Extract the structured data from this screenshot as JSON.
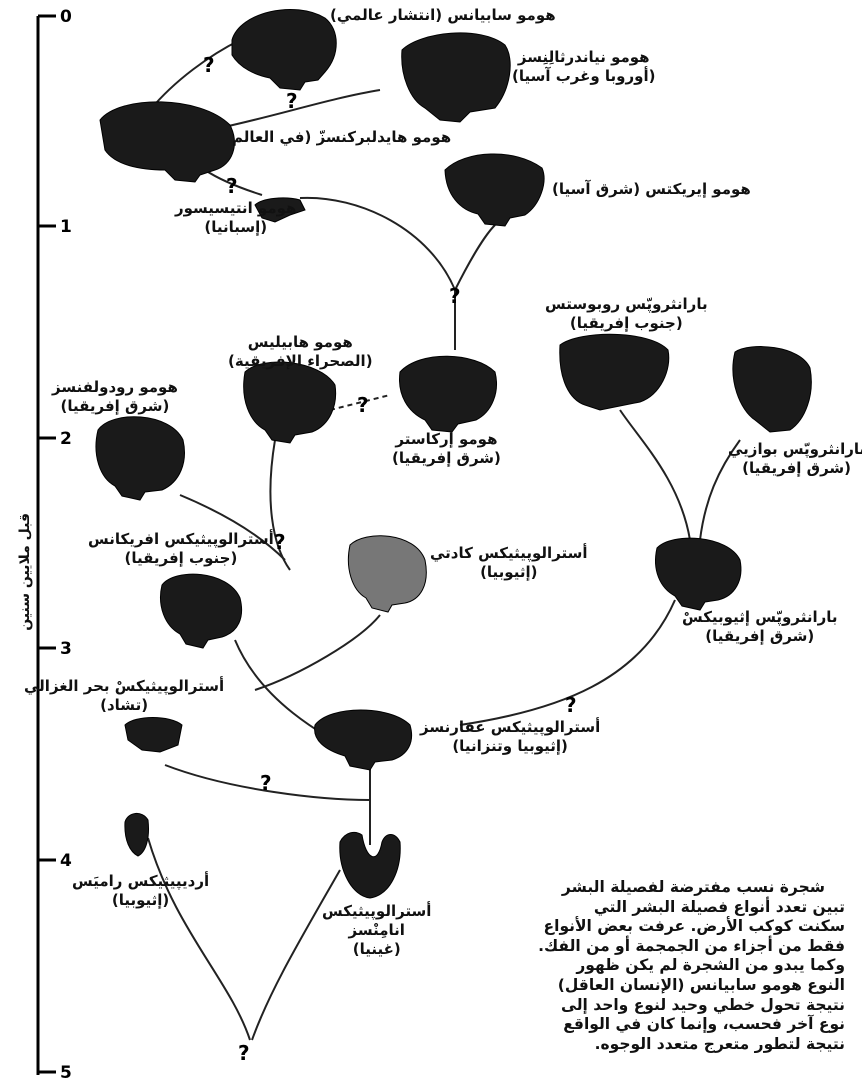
{
  "axis": {
    "title": "قبل ملايين سنين",
    "ticks": [
      "0",
      "1",
      "2",
      "3",
      "4",
      "5"
    ]
  },
  "question_mark": "?",
  "species": {
    "sapiens": {
      "name": "هومو سابيانس (انتشار عالمي)"
    },
    "neanderthalensis": {
      "name": "هومو نياندرثالِنِسز",
      "region": "(أوروبا وغرب آسيا)"
    },
    "heidelbergensis": {
      "name": "هومو هايدلبركنسزّ (في العالم"
    },
    "antecessor": {
      "name": "هومو انتيسيسور",
      "region": "(إسبانيا)"
    },
    "erectus": {
      "name": "هومو إيريكتس (شرق آسيا)"
    },
    "robustus": {
      "name": "بارانثروپّس روبوستس",
      "region": "(جنوب إفريقيا)"
    },
    "habilis": {
      "name": "هومو هابيليس",
      "region": "(الصحراء الإفريقية)"
    },
    "rudolfensis": {
      "name": "هومو رودولفنسز",
      "region": "(شرق إفريقيا)"
    },
    "ergaster": {
      "name": "هومو إركاستر",
      "region": "(شرق إفريقيا)"
    },
    "boisei": {
      "name": "بارانثروپّس بوازيي",
      "region": "(شرق إفريقيا)"
    },
    "africanus": {
      "name": "أسترالوپيثيكس افريكانس",
      "region": "(جنوب إفريقيا)"
    },
    "garhi": {
      "name": "أسترالوپيثيكس كادتي",
      "region": "(إثيوبيا)"
    },
    "aethiopicus": {
      "name": "بارانثروپّس إثيوبيكسْ",
      "region": "(شرق إفريقيا)"
    },
    "bahrelghazali": {
      "name": "أسترالوپيثيكسْ بحر الغزالي",
      "region": "(تشاد)"
    },
    "afarensis": {
      "name": "أسترالوپيثيكس عفارنسز",
      "region": "(إثيوبيا وتنزانيا)"
    },
    "ramidus": {
      "name": "أرديپيثيكس راميَس",
      "region": "(إثيوبيا)"
    },
    "anamensis": {
      "name": "أسترالوپيثيكس",
      "name2": "انامِنْسز",
      "region": "(غينيا)"
    }
  },
  "caption": {
    "lines": [
      "شجرة نسب مفترضة لفصيلة البشر",
      "تبين تعدد أنواع فصيلة البشر التي",
      "سكنت كوكب الأرض. عرفت بعض الأنواع",
      "فقط من أجزاء من الجمجمة أو من الفك.",
      "وكما يبدو من الشجرة لم يكن ظهور",
      "النوع هومو سابيانس (الإنسان العاقل)",
      "نتيجة تحول خطي وحيد لنوع واحد إلى",
      "نوع آخر فحسب، وإنما كان في الواقع",
      "نتيجة لتطور متعرج متعدد الوجوه."
    ]
  }
}
